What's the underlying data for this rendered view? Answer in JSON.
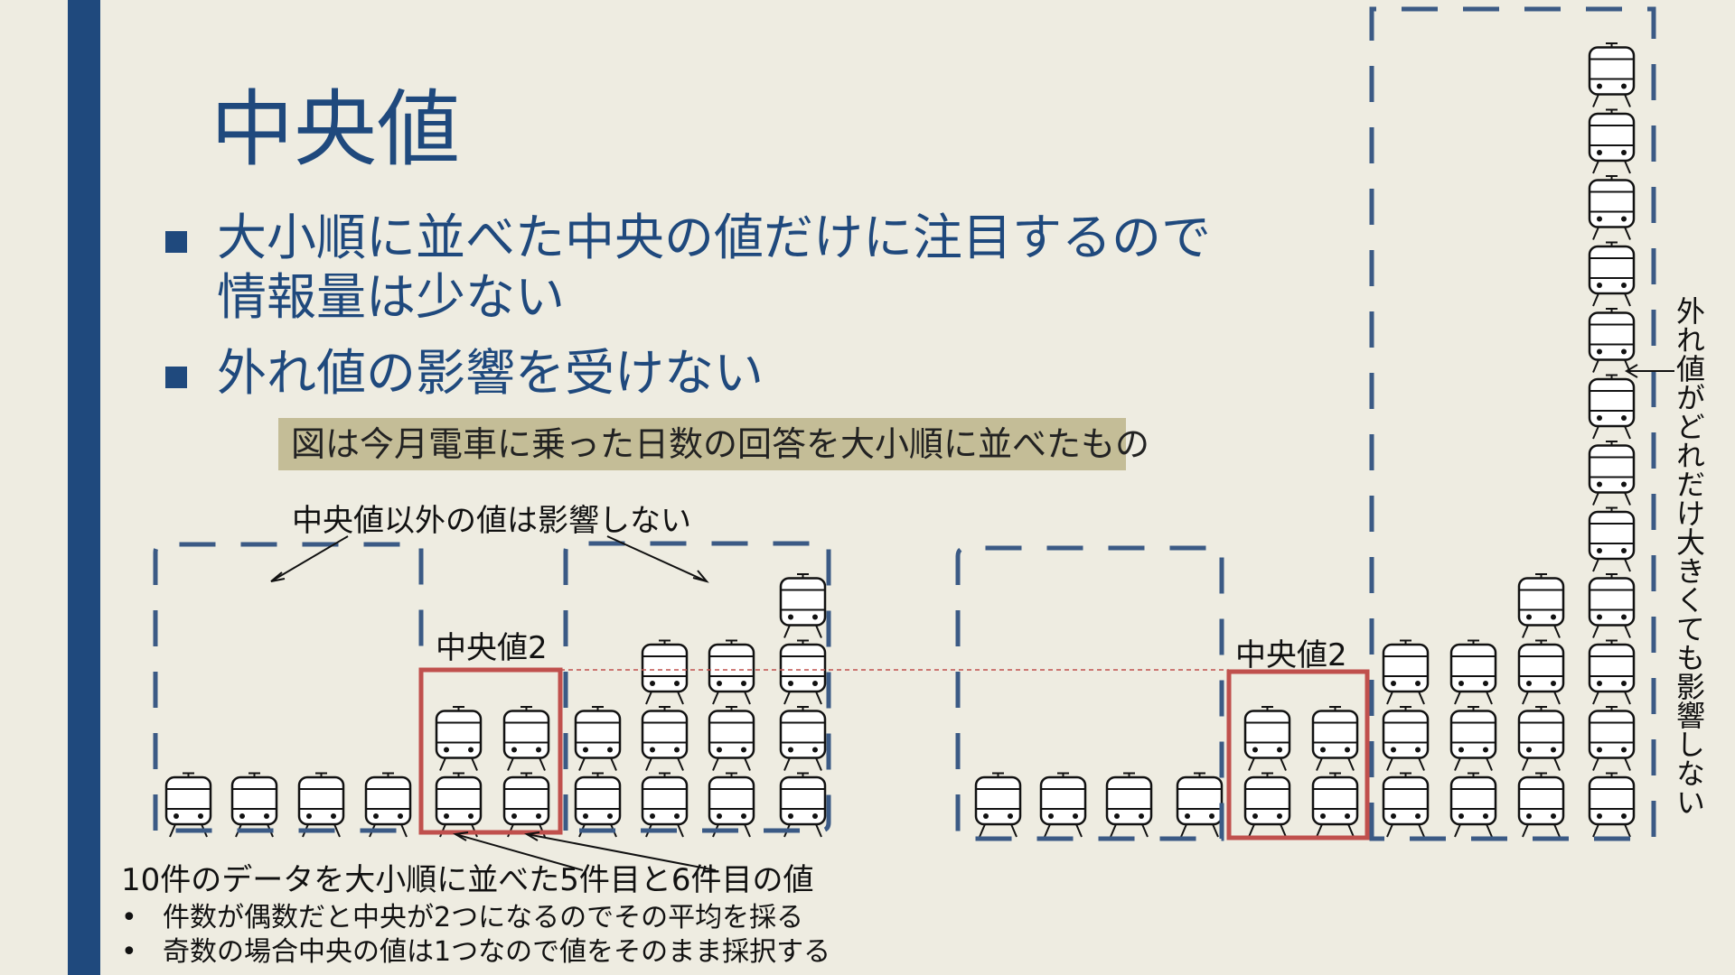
{
  "slide": {
    "title": "中央値",
    "bullets": [
      {
        "lines": [
          "大小順に並べた中央の値だけに注目するので",
          "情報量は少ない"
        ]
      },
      {
        "lines": [
          "外れ値の影響を受けない"
        ]
      }
    ],
    "caption": "図は今月電車に乗った日数の回答を大小順に並べたもの",
    "left_panel_label": "中央値以外の値は影響しない",
    "median_left_label": "中央値2",
    "median_right_label": "中央値2",
    "explanation": {
      "main": "10件のデータを大小順に並べた5件目と6件目の値",
      "points": [
        "件数が偶数だと中央が2つになるのでその平均を採る",
        "奇数の場合中央の値は1つなので値をそのまま採択する"
      ]
    },
    "outlier_note": "外れ値がどれだけ大きくても影響しない"
  },
  "colors": {
    "background": "#eeece1",
    "accent": "#1f497d",
    "caption_bg": "#c4bd97",
    "median_box": "#c0504d",
    "dashed_box": "#3b5a85",
    "icon": "#111111"
  },
  "chart_data": {
    "type": "pictograph",
    "icon": "train-icon",
    "datasets": [
      {
        "values": [
          1,
          1,
          1,
          1,
          2,
          2,
          2,
          3,
          3,
          4
        ],
        "median": 2
      },
      {
        "values": [
          1,
          1,
          1,
          1,
          2,
          2,
          3,
          3,
          4,
          12
        ],
        "median": 2
      }
    ]
  }
}
